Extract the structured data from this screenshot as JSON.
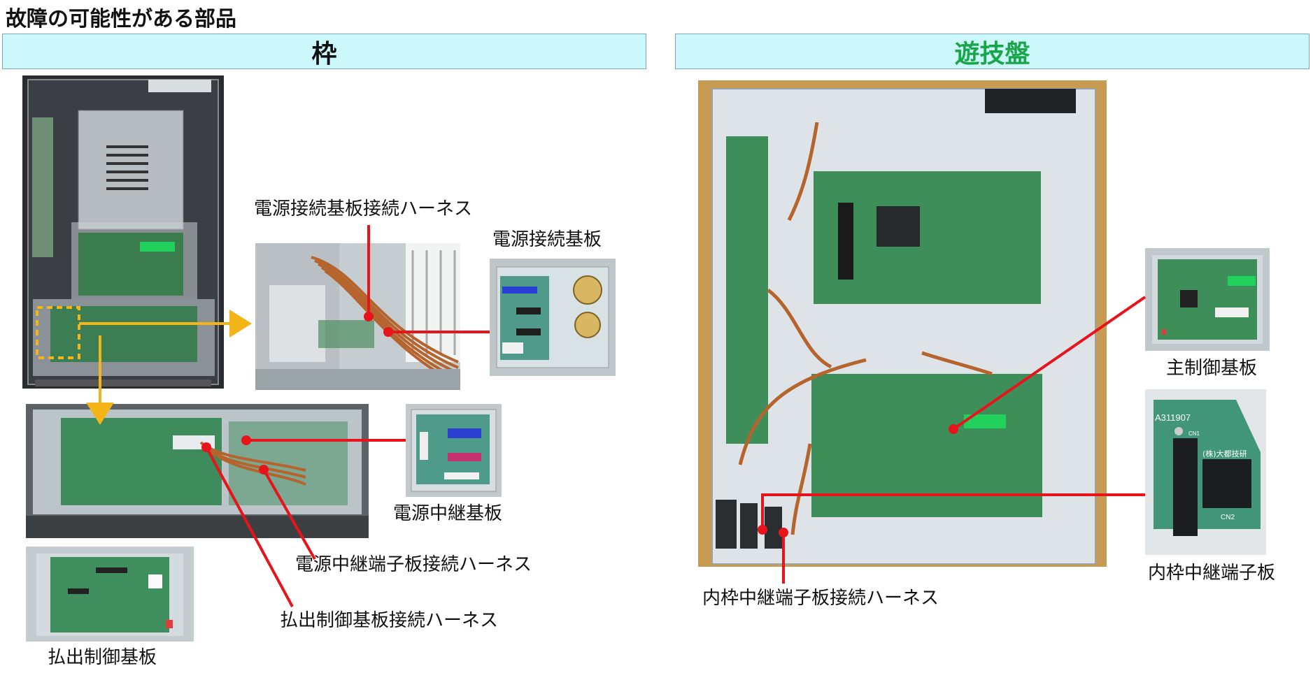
{
  "title": "故障の可能性がある部品",
  "sections": {
    "left": "枠",
    "right": "遊技盤"
  },
  "labels": {
    "power_conn_harness": "電源接続基板接続ハーネス",
    "power_conn_board": "電源接続基板",
    "power_relay_board": "電源中継基板",
    "power_relay_term_harness": "電源中継端子板接続ハーネス",
    "payout_ctrl_harness": "払出制御基板接続ハーネス",
    "payout_ctrl_board": "払出制御基板",
    "main_ctrl_board": "主制御基板",
    "inner_relay_term_board": "内枠中継端子板",
    "inner_relay_term_harness": "内枠中継端子板接続ハーネス"
  },
  "board_markings": {
    "part_number": "A311907",
    "maker": "(株)大都技研",
    "connector": "CN2",
    "connector_side": "CN1"
  },
  "colors": {
    "header_bg": "#ccf8fb",
    "title_right": "#19a64a",
    "callout_red": "#e8141c",
    "callout_yellow": "#f3b417"
  }
}
